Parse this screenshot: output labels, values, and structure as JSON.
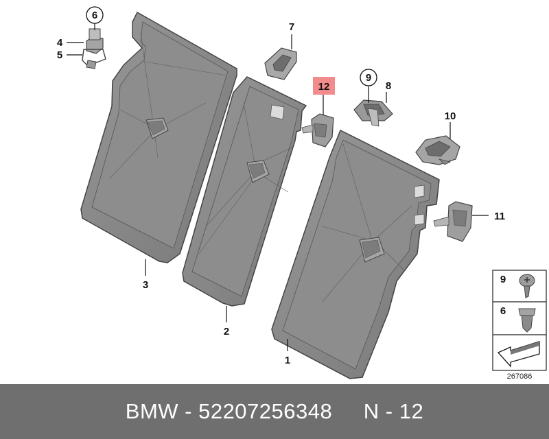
{
  "diagram": {
    "callouts": {
      "c1": "1",
      "c2": "2",
      "c3": "3",
      "c4": "4",
      "c5": "5",
      "c6": "6",
      "c7": "7",
      "c8": "8",
      "c9": "9",
      "c10": "10",
      "c11": "11",
      "c12": "12"
    },
    "highlighted_part": "12",
    "highlight_color": "#f28b8b",
    "legend": {
      "item1": "9",
      "item2": "6",
      "code": "267086"
    }
  },
  "footer": {
    "text": "BMW - 52207256348     N - 12",
    "background": "#6f6f6f"
  }
}
